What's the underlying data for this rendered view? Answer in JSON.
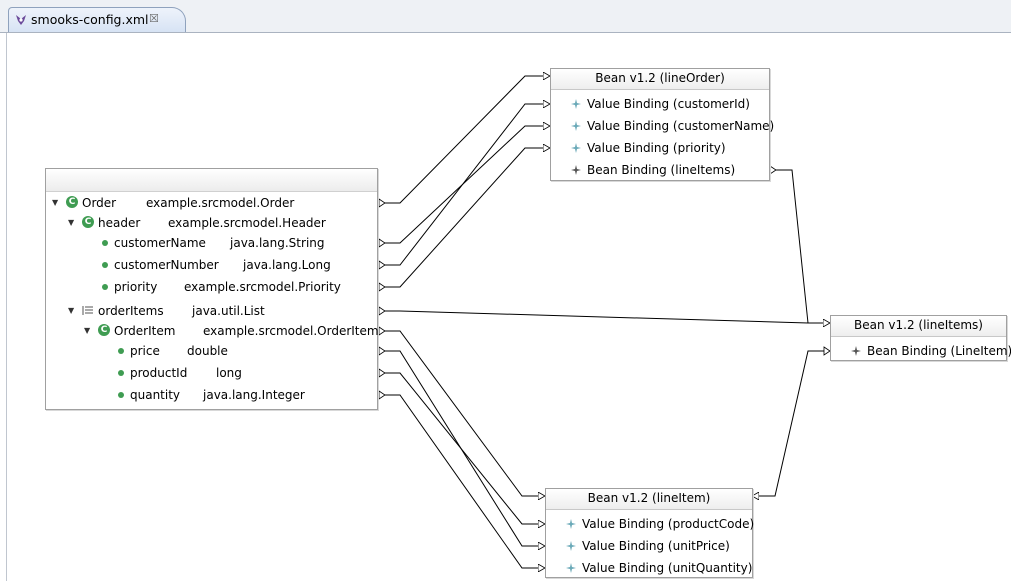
{
  "tab": {
    "label": "smooks-config.xml",
    "close": "☒"
  },
  "source": {
    "rows": [
      {
        "name": "Order",
        "type": "example.srcmodel.Order",
        "kind": "class"
      },
      {
        "name": "header",
        "type": "example.srcmodel.Header",
        "kind": "class"
      },
      {
        "name": "customerName",
        "type": "java.lang.String",
        "kind": "field"
      },
      {
        "name": "customerNumber",
        "type": "java.lang.Long",
        "kind": "field"
      },
      {
        "name": "priority",
        "type": "example.srcmodel.Priority",
        "kind": "field"
      },
      {
        "name": "orderItems",
        "type": "java.util.List",
        "kind": "list"
      },
      {
        "name": "OrderItem",
        "type": "example.srcmodel.OrderItem",
        "kind": "class"
      },
      {
        "name": "price",
        "type": "double",
        "kind": "field"
      },
      {
        "name": "productId",
        "type": "long",
        "kind": "field"
      },
      {
        "name": "quantity",
        "type": "java.lang.Integer",
        "kind": "field"
      }
    ]
  },
  "beans": {
    "lineOrder": {
      "title": "Bean v1.2 (lineOrder)",
      "bindings": [
        "Value Binding (customerId)",
        "Value Binding (customerName)",
        "Value Binding (priority)",
        "Bean Binding (lineItems)"
      ]
    },
    "lineItems": {
      "title": "Bean v1.2 (lineItems)",
      "bindings": [
        "Bean Binding (LineItem)"
      ]
    },
    "lineItem": {
      "title": "Bean v1.2 (lineItem)",
      "bindings": [
        "Value Binding (productCode)",
        "Value Binding (unitPrice)",
        "Value Binding (unitQuantity)"
      ]
    }
  },
  "colors": {
    "class_icon": "#3f9c52",
    "value_binding_icon": "#6aa9b8",
    "bean_binding_icon": "#555555"
  }
}
